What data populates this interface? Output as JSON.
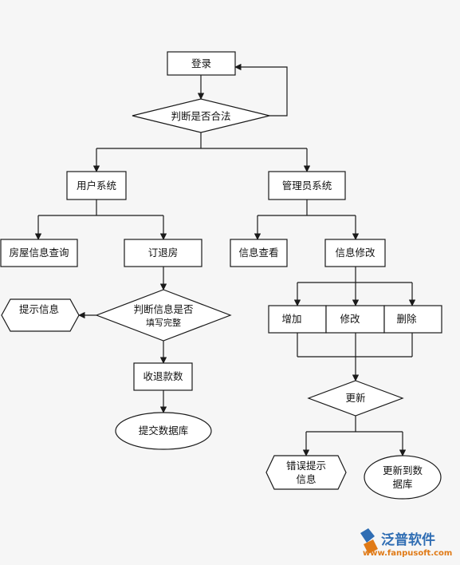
{
  "flowchart": {
    "nodes": {
      "login": "登录",
      "check_valid": "判断是否合法",
      "user_system": "用户系统",
      "admin_system": "管理员系统",
      "house_query": "房屋信息查询",
      "book_return": "订退房",
      "info_view": "信息查看",
      "info_modify": "信息修改",
      "prompt_info": "提示信息",
      "check_complete_l1": "判断信息是否",
      "check_complete_l2": "填写完整",
      "refund": "收退款数",
      "submit_db": "提交数据库",
      "add": "增加",
      "modify": "修改",
      "delete": "删除",
      "update": "更新",
      "error_l1": "错误提示",
      "error_l2": "信息",
      "update_db_l1": "更新到数",
      "update_db_l2": "据库"
    }
  },
  "watermark": {
    "brand": "泛普软件",
    "url": "www.fanpusoft.com",
    "accent_color": "#2f6db3",
    "url_color": "#e07a16"
  }
}
